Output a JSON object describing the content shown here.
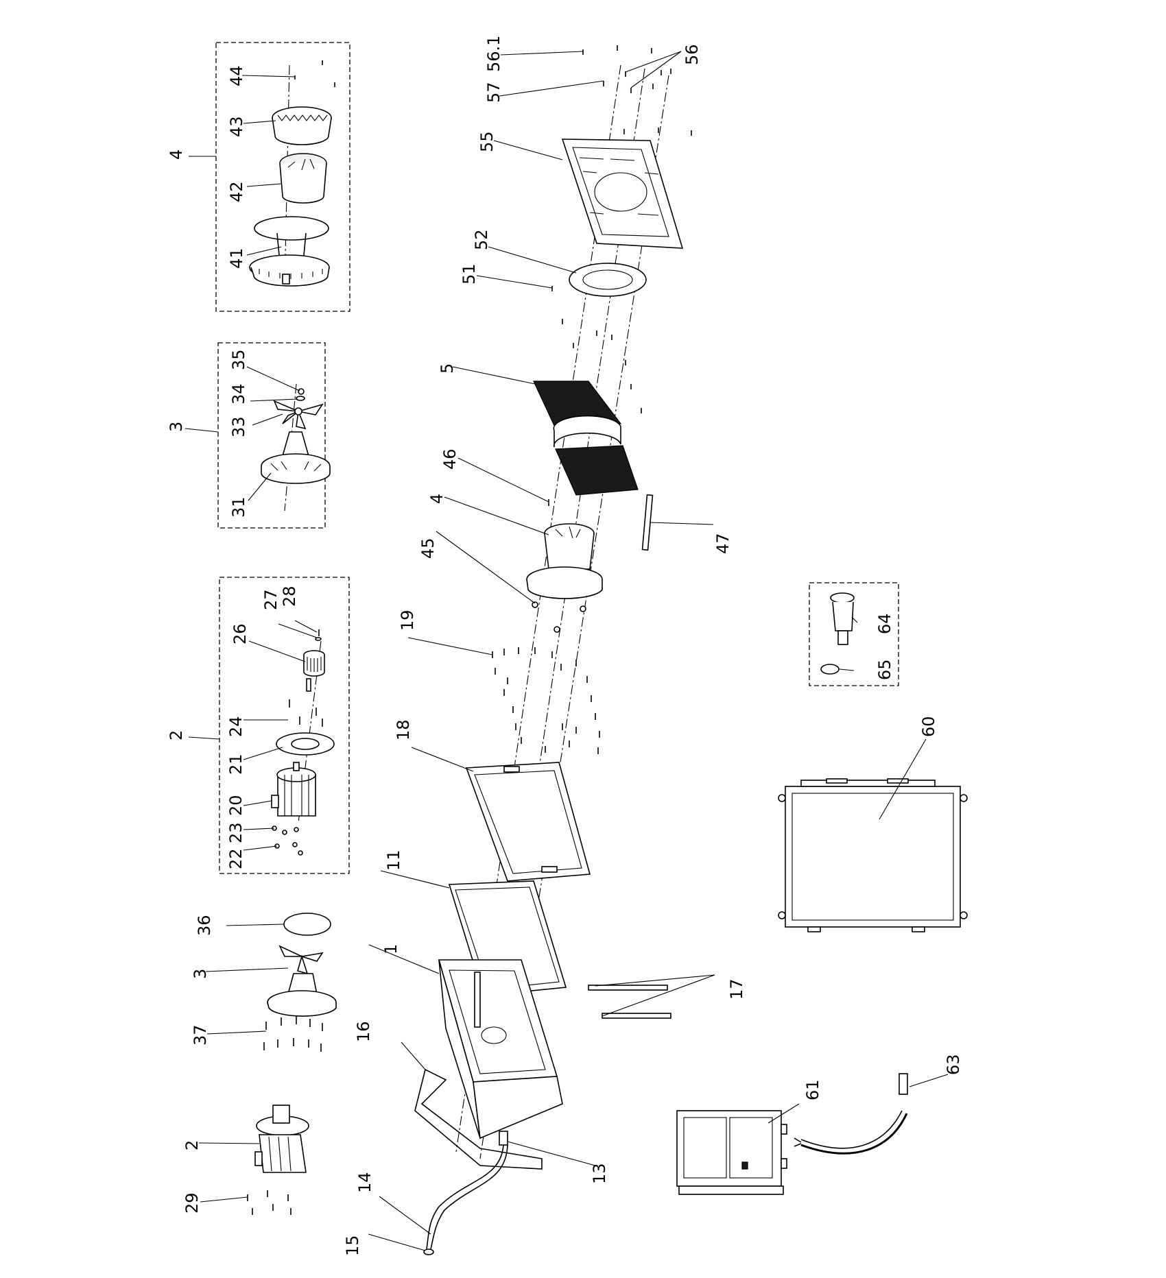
{
  "callouts": {
    "c1": "1",
    "c2a": "2",
    "c2b": "2",
    "c3a": "3",
    "c3b": "3",
    "c4a": "4",
    "c4b": "4",
    "c5": "5",
    "c11": "11",
    "c13": "13",
    "c14": "14",
    "c15": "15",
    "c16": "16",
    "c17": "17",
    "c18": "18",
    "c19": "19",
    "c20": "20",
    "c21": "21",
    "c22": "22",
    "c23": "23",
    "c24": "24",
    "c26": "26",
    "c27": "27",
    "c28": "28",
    "c29": "29",
    "c31": "31",
    "c33": "33",
    "c34": "34",
    "c35": "35",
    "c36": "36",
    "c37": "37",
    "c41": "41",
    "c42": "42",
    "c43": "43",
    "c44": "44",
    "c45": "45",
    "c46": "46",
    "c47": "47",
    "c51": "51",
    "c52": "52",
    "c55": "55",
    "c56": "56",
    "c561": "56.1",
    "c57": "57",
    "c60": "60",
    "c61": "61",
    "c63": "63",
    "c64": "64",
    "c65": "65"
  }
}
